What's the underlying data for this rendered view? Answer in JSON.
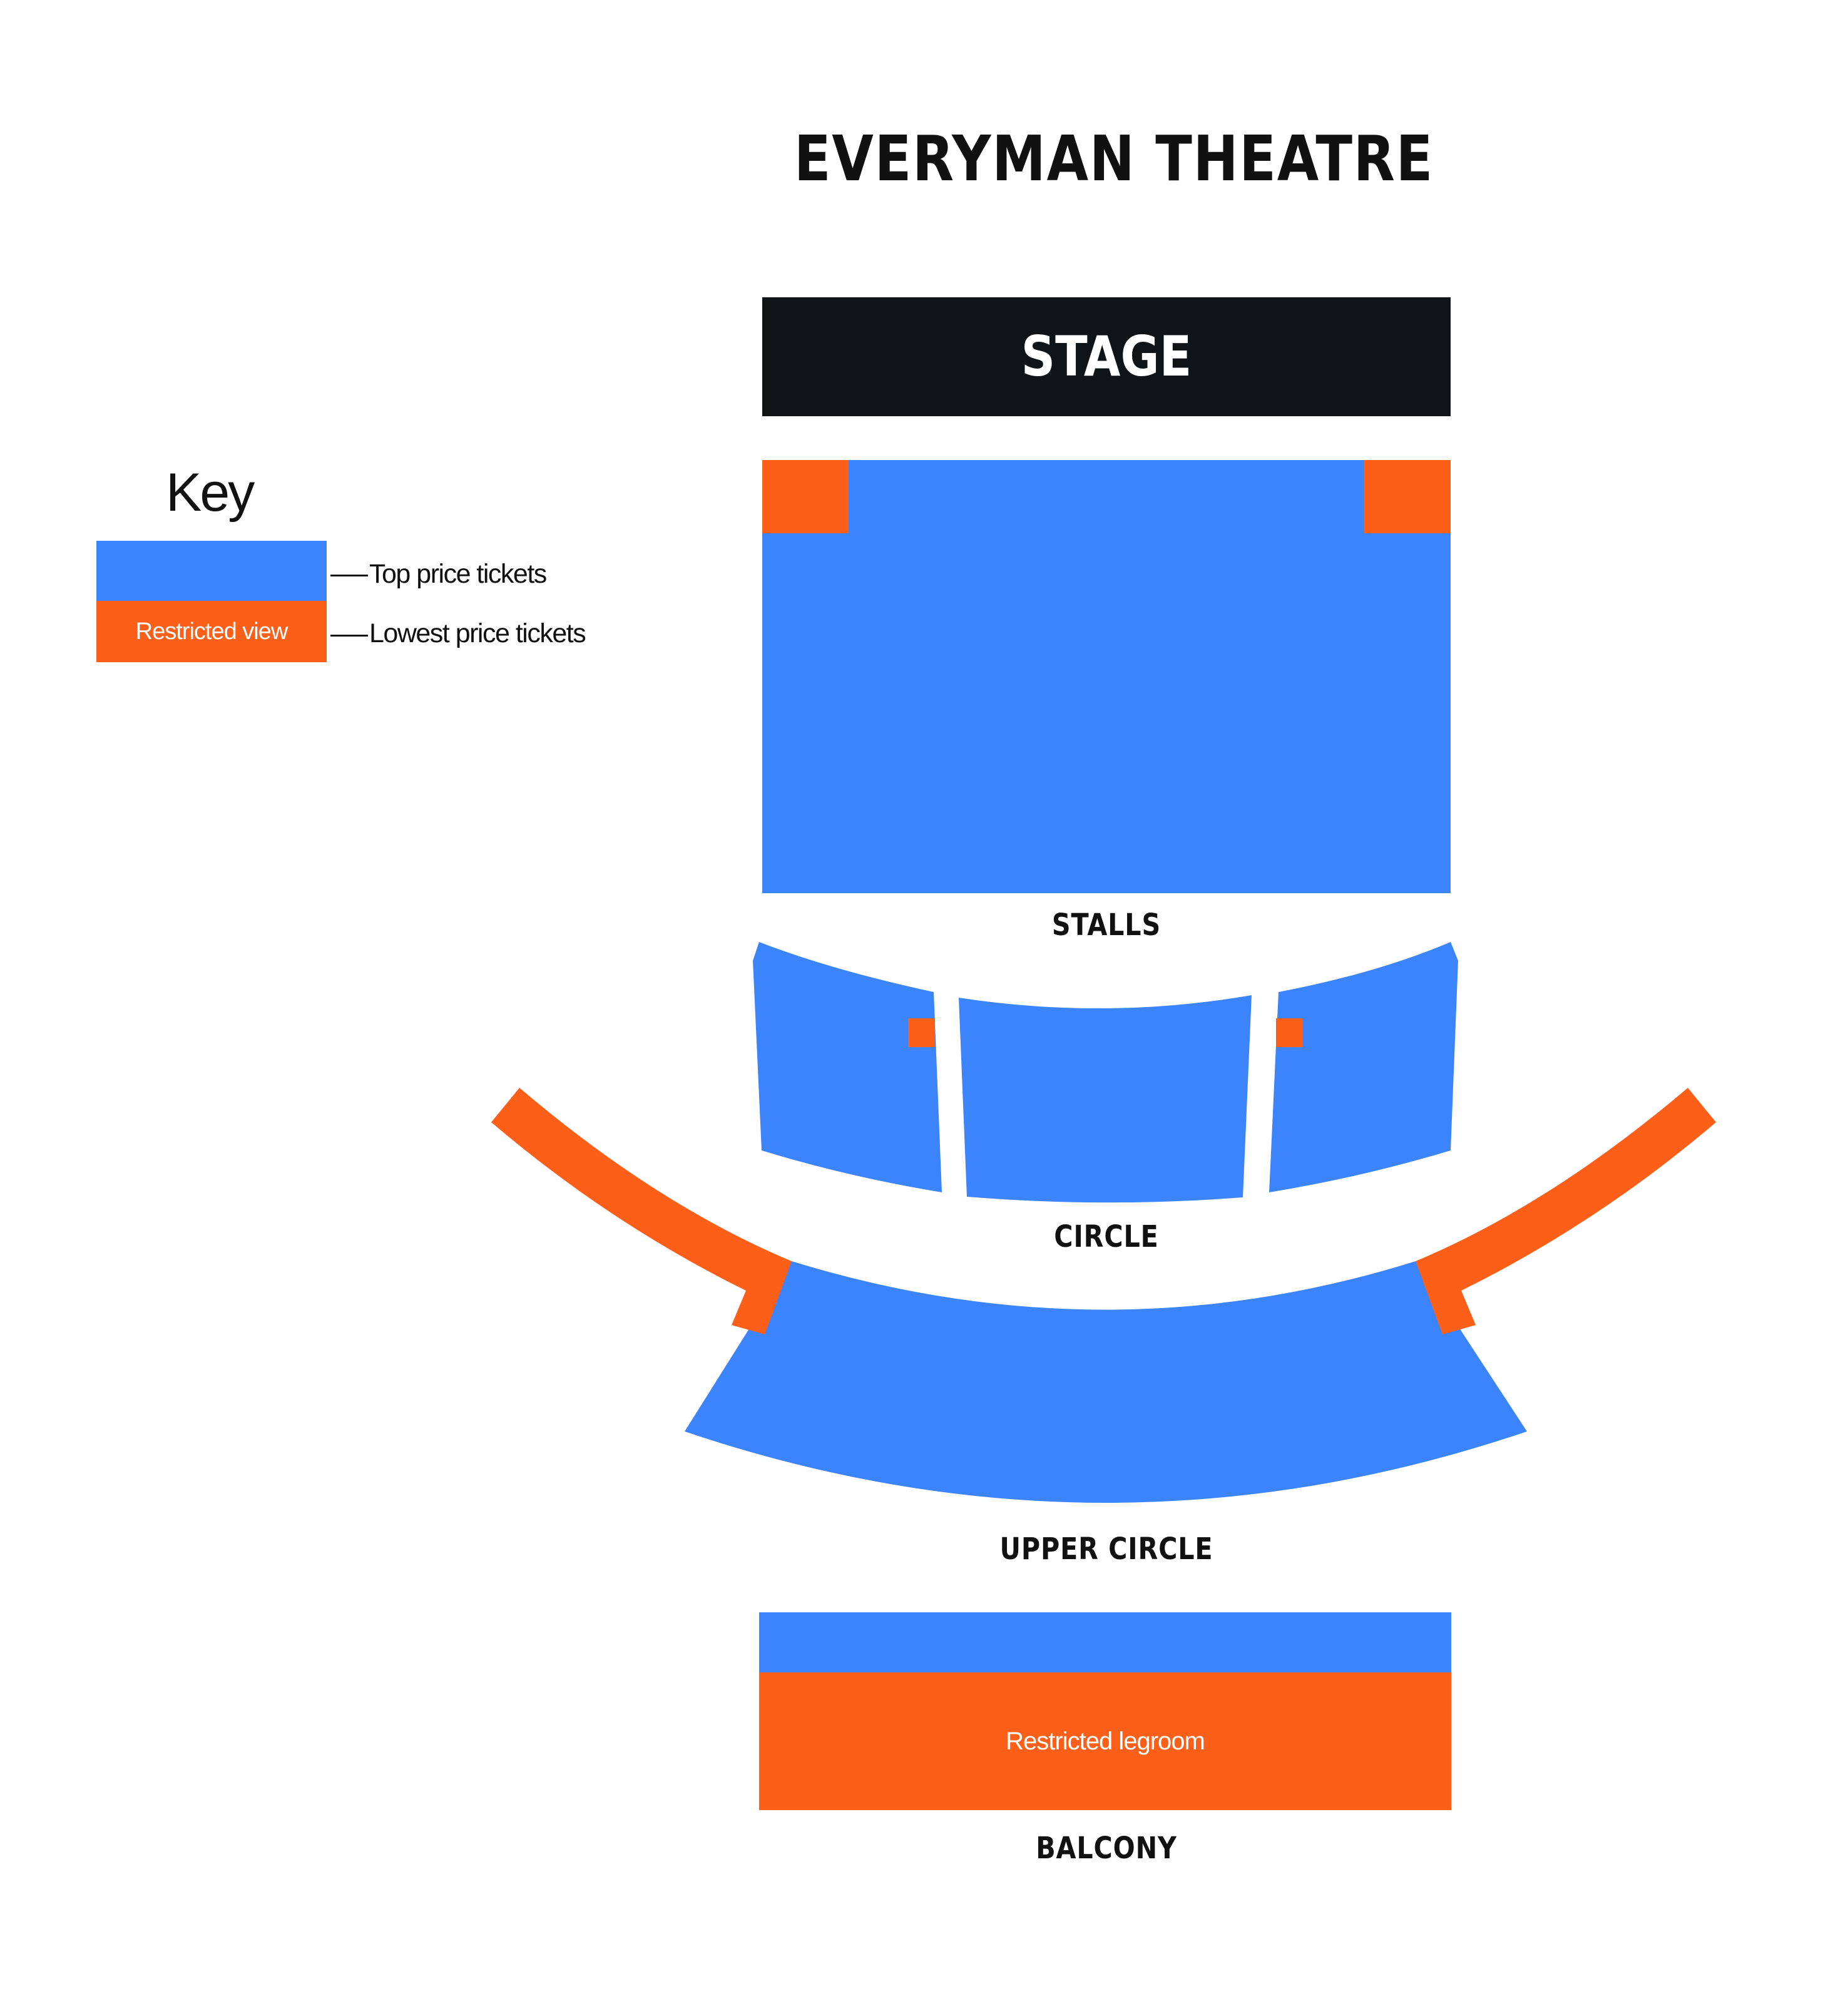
{
  "title": "EVERYMAN THEATRE",
  "colors": {
    "top_price": "#3b84fc",
    "lowest_price": "#fd5e18",
    "stage": "#111416",
    "text": "#111111",
    "background": "#ffffff"
  },
  "key": {
    "title": "Key",
    "items": [
      {
        "swatch_text": "",
        "label": "Top price tickets",
        "color": "#3b84fc"
      },
      {
        "swatch_text": "Restricted view",
        "label": "Lowest price tickets",
        "color": "#fd5e18"
      }
    ]
  },
  "stage": {
    "label": "STAGE"
  },
  "sections": {
    "stalls": "STALLS",
    "circle": "CIRCLE",
    "upper_circle": "UPPER CIRCLE",
    "balcony": "BALCONY"
  },
  "balcony_note": "Restricted legroom"
}
